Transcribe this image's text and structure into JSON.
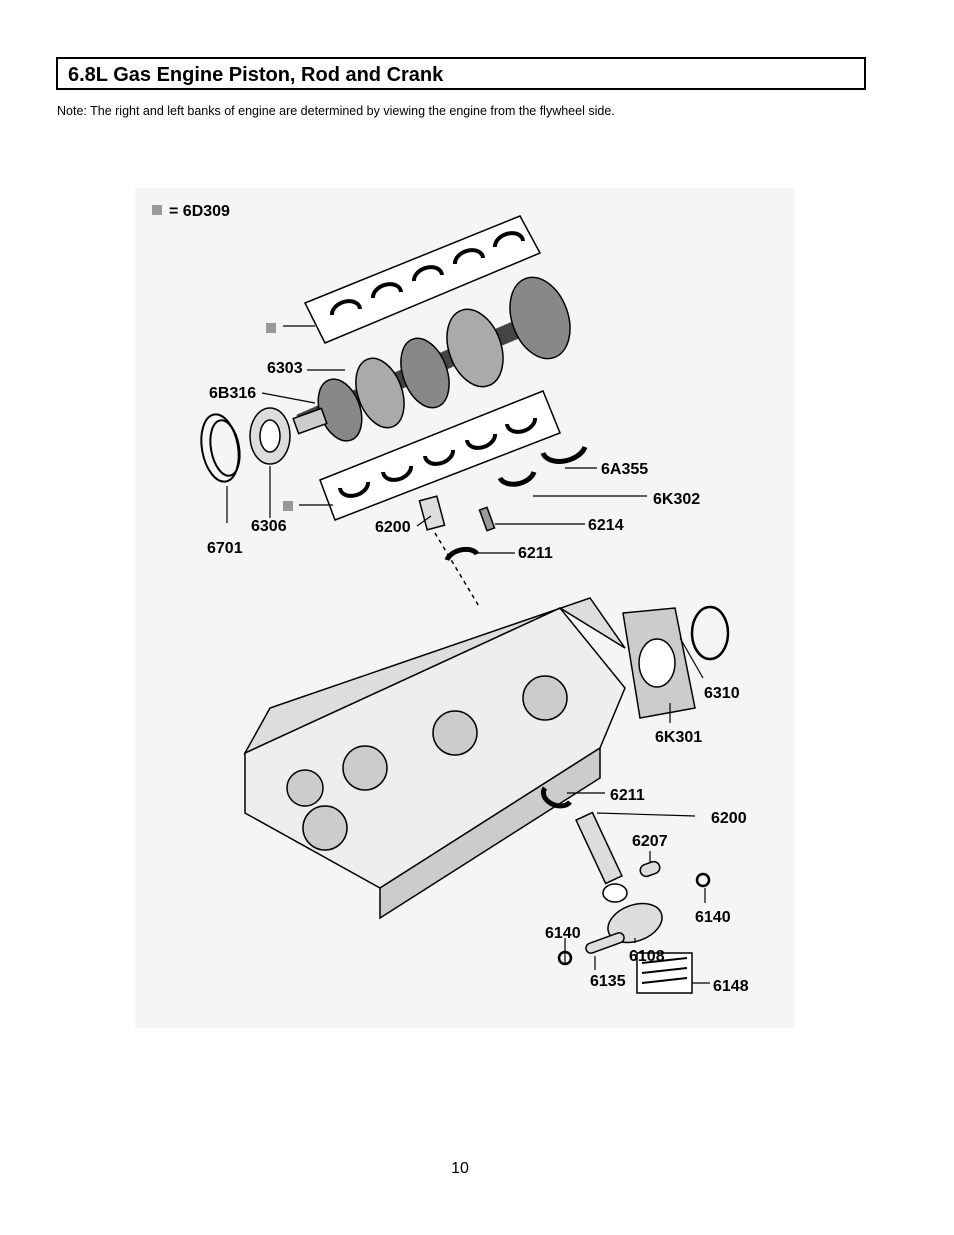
{
  "header": {
    "title": "6.8L Gas Engine Piston, Rod and Crank"
  },
  "note": "Note: The right and left banks of engine are determined by viewing the engine from the flywheel side.",
  "legend": {
    "text": "= 6D309"
  },
  "labels": {
    "p6303": "6303",
    "p6B316": "6B316",
    "p6306": "6306",
    "p6701": "6701",
    "p6A355": "6A355",
    "p6K302": "6K302",
    "p6214": "6214",
    "p6200_top": "6200",
    "p6211_top": "6211",
    "p6310": "6310",
    "p6K301": "6K301",
    "p6211_bottom": "6211",
    "p6200_bottom": "6200",
    "p6207": "6207",
    "p6140_right": "6140",
    "p6140_left": "6140",
    "p6108": "6108",
    "p6135": "6135",
    "p6148": "6148"
  },
  "footer": {
    "page_number": "10"
  }
}
